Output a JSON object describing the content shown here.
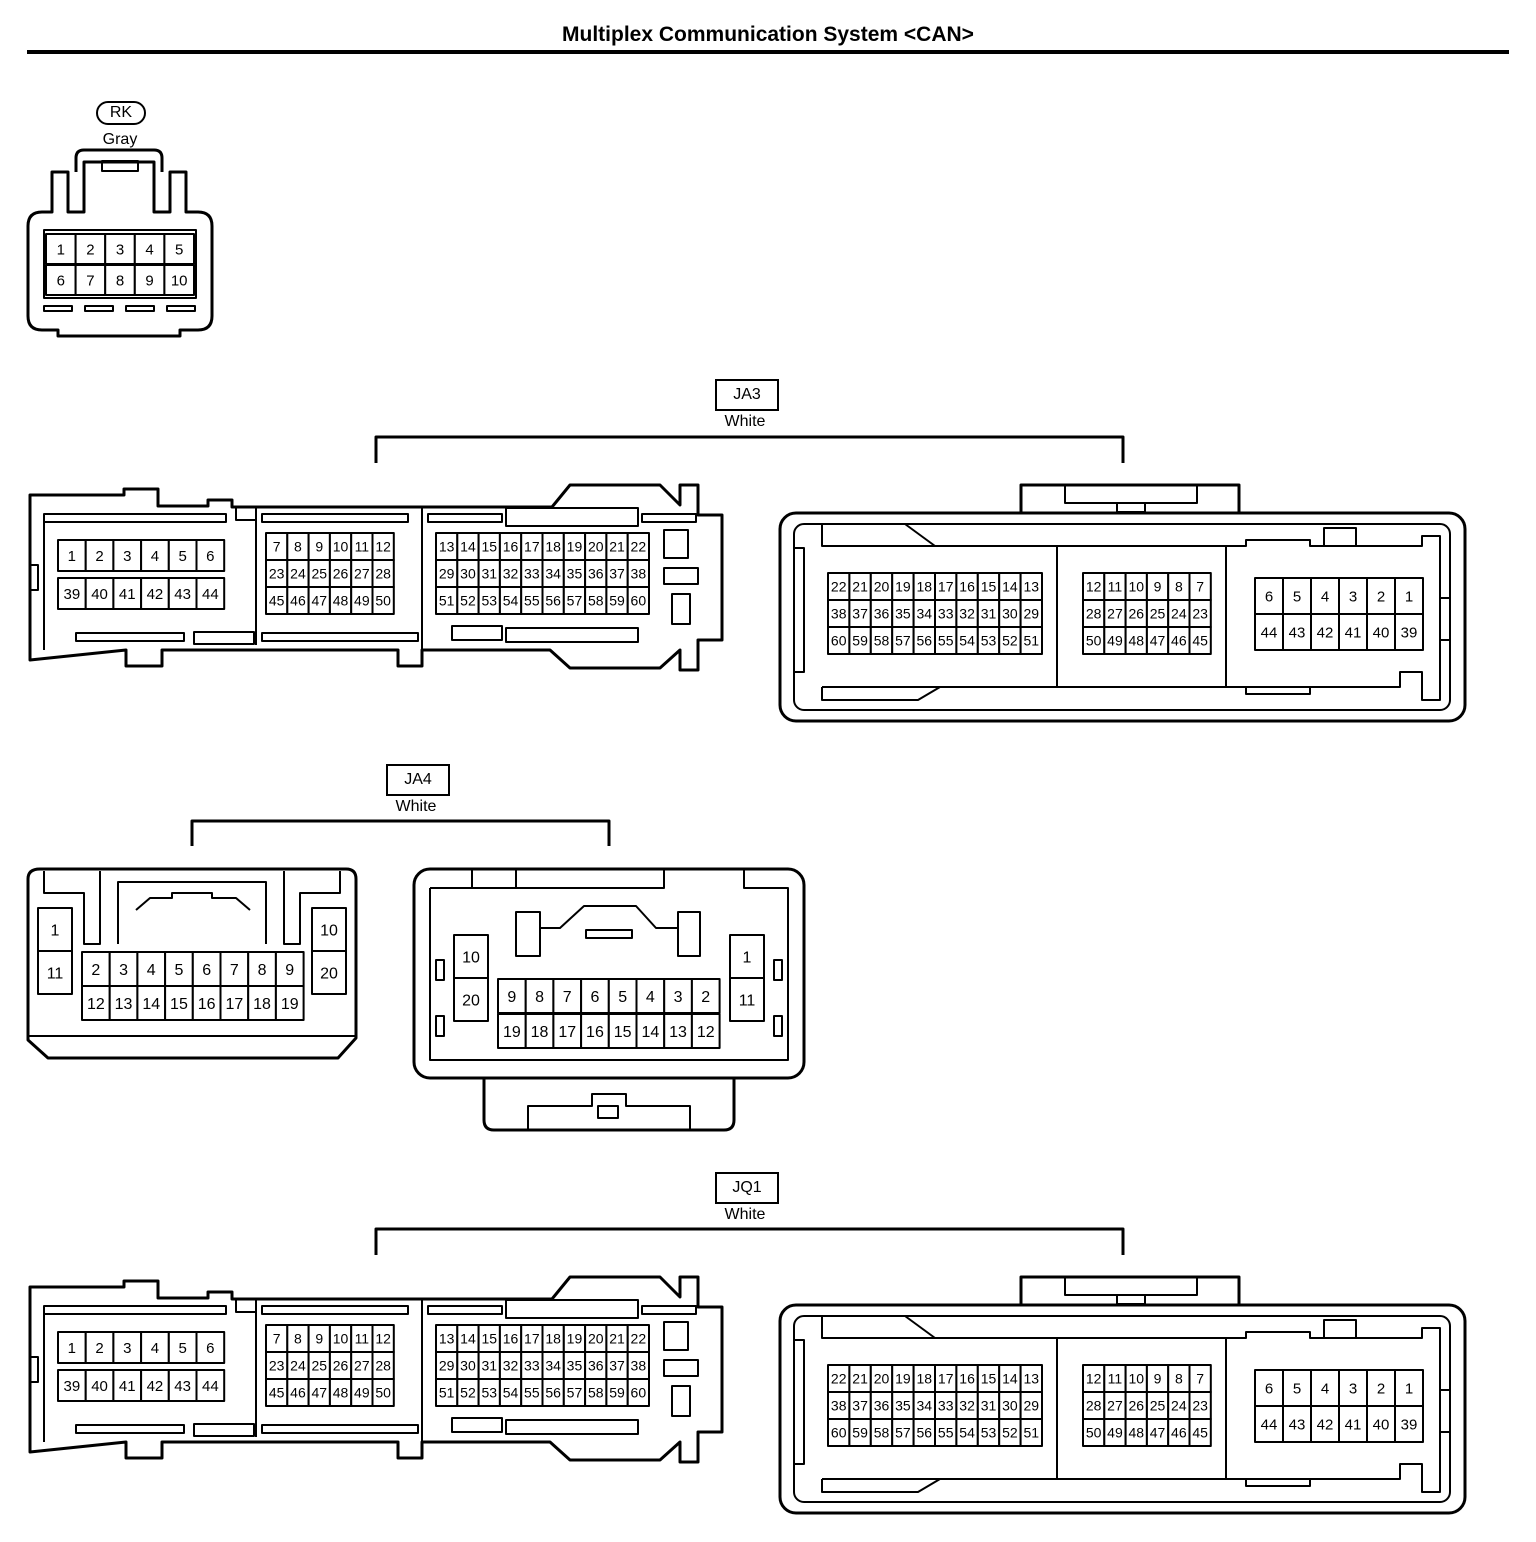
{
  "title": "Multiplex Communication System <CAN>",
  "connectors": {
    "rk": {
      "code": "RK",
      "color": "Gray"
    },
    "ja3": {
      "code": "JA3",
      "color": "White"
    },
    "ja4": {
      "code": "JA4",
      "color": "White"
    },
    "jq1": {
      "code": "JQ1",
      "color": "White"
    }
  },
  "pin_rows": {
    "rk_row1": [
      "1",
      "2",
      "3",
      "4",
      "5"
    ],
    "rk_row2": [
      "6",
      "7",
      "8",
      "9",
      "10"
    ],
    "ja3_m_a1": [
      "1",
      "2",
      "3",
      "4",
      "5",
      "6"
    ],
    "ja3_m_a2": [
      "39",
      "40",
      "41",
      "42",
      "43",
      "44"
    ],
    "ja3_m_b1": [
      "7",
      "8",
      "9",
      "10",
      "11",
      "12"
    ],
    "ja3_m_b2": [
      "23",
      "24",
      "25",
      "26",
      "27",
      "28"
    ],
    "ja3_m_b3": [
      "45",
      "46",
      "47",
      "48",
      "49",
      "50"
    ],
    "ja3_m_c1": [
      "13",
      "14",
      "15",
      "16",
      "17",
      "18",
      "19",
      "20",
      "21",
      "22"
    ],
    "ja3_m_c2": [
      "29",
      "30",
      "31",
      "32",
      "33",
      "34",
      "35",
      "36",
      "37",
      "38"
    ],
    "ja3_m_c3": [
      "51",
      "52",
      "53",
      "54",
      "55",
      "56",
      "57",
      "58",
      "59",
      "60"
    ],
    "ja3_f_a1": [
      "22",
      "21",
      "20",
      "19",
      "18",
      "17",
      "16",
      "15",
      "14",
      "13"
    ],
    "ja3_f_a2": [
      "38",
      "37",
      "36",
      "35",
      "34",
      "33",
      "32",
      "31",
      "30",
      "29"
    ],
    "ja3_f_a3": [
      "60",
      "59",
      "58",
      "57",
      "56",
      "55",
      "54",
      "53",
      "52",
      "51"
    ],
    "ja3_f_b1": [
      "12",
      "11",
      "10",
      "9",
      "8",
      "7"
    ],
    "ja3_f_b2": [
      "28",
      "27",
      "26",
      "25",
      "24",
      "23"
    ],
    "ja3_f_b3": [
      "50",
      "49",
      "48",
      "47",
      "46",
      "45"
    ],
    "ja3_f_c1": [
      "6",
      "5",
      "4",
      "3",
      "2",
      "1"
    ],
    "ja3_f_c2": [
      "44",
      "43",
      "42",
      "41",
      "40",
      "39"
    ],
    "ja4_m_l": [
      "1",
      "11"
    ],
    "ja4_m_mid1": [
      "2",
      "3",
      "4",
      "5",
      "6",
      "7",
      "8",
      "9"
    ],
    "ja4_m_mid2": [
      "12",
      "13",
      "14",
      "15",
      "16",
      "17",
      "18",
      "19"
    ],
    "ja4_m_r": [
      "10",
      "20"
    ],
    "ja4_f_l": [
      "10",
      "20"
    ],
    "ja4_f_mid1": [
      "9",
      "8",
      "7",
      "6",
      "5",
      "4",
      "3",
      "2"
    ],
    "ja4_f_mid2": [
      "19",
      "18",
      "17",
      "16",
      "15",
      "14",
      "13",
      "12"
    ],
    "ja4_f_r": [
      "1",
      "11"
    ],
    "jq1_m_a1": [
      "1",
      "2",
      "3",
      "4",
      "5",
      "6"
    ],
    "jq1_m_a2": [
      "39",
      "40",
      "41",
      "42",
      "43",
      "44"
    ],
    "jq1_m_b1": [
      "7",
      "8",
      "9",
      "10",
      "11",
      "12"
    ],
    "jq1_m_b2": [
      "23",
      "24",
      "25",
      "26",
      "27",
      "28"
    ],
    "jq1_m_b3": [
      "45",
      "46",
      "47",
      "48",
      "49",
      "50"
    ],
    "jq1_m_c1": [
      "13",
      "14",
      "15",
      "16",
      "17",
      "18",
      "19",
      "20",
      "21",
      "22"
    ],
    "jq1_m_c2": [
      "29",
      "30",
      "31",
      "32",
      "33",
      "34",
      "35",
      "36",
      "37",
      "38"
    ],
    "jq1_m_c3": [
      "51",
      "52",
      "53",
      "54",
      "55",
      "56",
      "57",
      "58",
      "59",
      "60"
    ],
    "jq1_f_a1": [
      "22",
      "21",
      "20",
      "19",
      "18",
      "17",
      "16",
      "15",
      "14",
      "13"
    ],
    "jq1_f_a2": [
      "38",
      "37",
      "36",
      "35",
      "34",
      "33",
      "32",
      "31",
      "30",
      "29"
    ],
    "jq1_f_a3": [
      "60",
      "59",
      "58",
      "57",
      "56",
      "55",
      "54",
      "53",
      "52",
      "51"
    ],
    "jq1_f_b1": [
      "12",
      "11",
      "10",
      "9",
      "8",
      "7"
    ],
    "jq1_f_b2": [
      "28",
      "27",
      "26",
      "25",
      "24",
      "23"
    ],
    "jq1_f_b3": [
      "50",
      "49",
      "48",
      "47",
      "46",
      "45"
    ],
    "jq1_f_c1": [
      "6",
      "5",
      "4",
      "3",
      "2",
      "1"
    ],
    "jq1_f_c2": [
      "44",
      "43",
      "42",
      "41",
      "40",
      "39"
    ]
  }
}
